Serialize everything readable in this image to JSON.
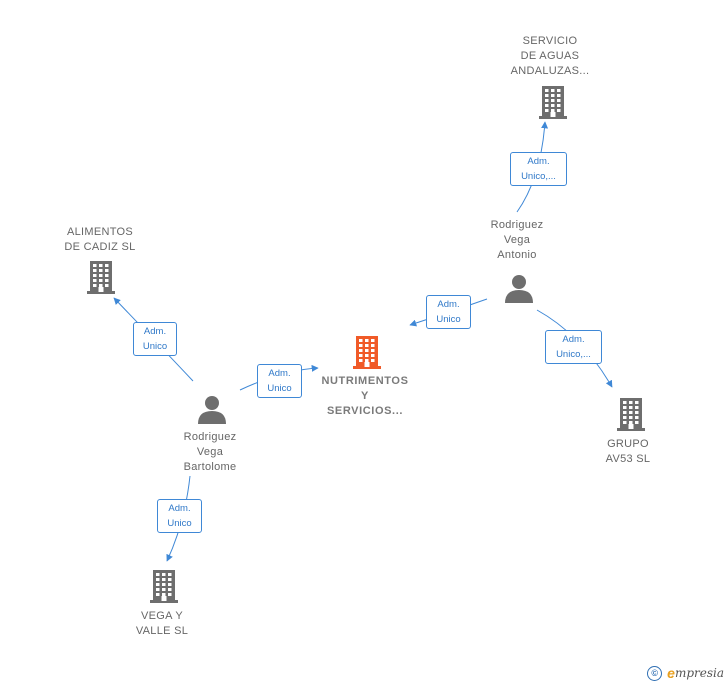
{
  "nodes": {
    "center": {
      "label": "NUTRIMENTOS\nY\nSERVICIOS...",
      "color": "#f05a28"
    },
    "servicio_aguas": {
      "label": "SERVICIO\nDE AGUAS\nANDALUZAS..."
    },
    "alimentos_cadiz": {
      "label": "ALIMENTOS\nDE CADIZ  SL"
    },
    "grupo_av53": {
      "label": "GRUPO\nAV53 SL"
    },
    "vega_valle": {
      "label": "VEGA Y\nVALLE  SL"
    },
    "person_antonio": {
      "label": "Rodriguez\nVega\nAntonio"
    },
    "person_bartolome": {
      "label": "Rodriguez\nVega\nBartolome"
    }
  },
  "relations": {
    "antonio_to_servicio": "Adm.\nUnico,...",
    "antonio_to_center": "Adm.\nUnico",
    "antonio_to_grupo": "Adm.\nUnico,...",
    "bartolome_to_alimentos": "Adm.\nUnico",
    "bartolome_to_center": "Adm.\nUnico",
    "bartolome_to_vega": "Adm.\nUnico"
  },
  "colors": {
    "edge": "#3f88d6",
    "building": "#6e6e6e",
    "person": "#6e6e6e",
    "center_building": "#f05a28"
  },
  "footer": {
    "copyright_symbol": "©",
    "brand_initial": "e",
    "brand_rest": "mpresia"
  }
}
